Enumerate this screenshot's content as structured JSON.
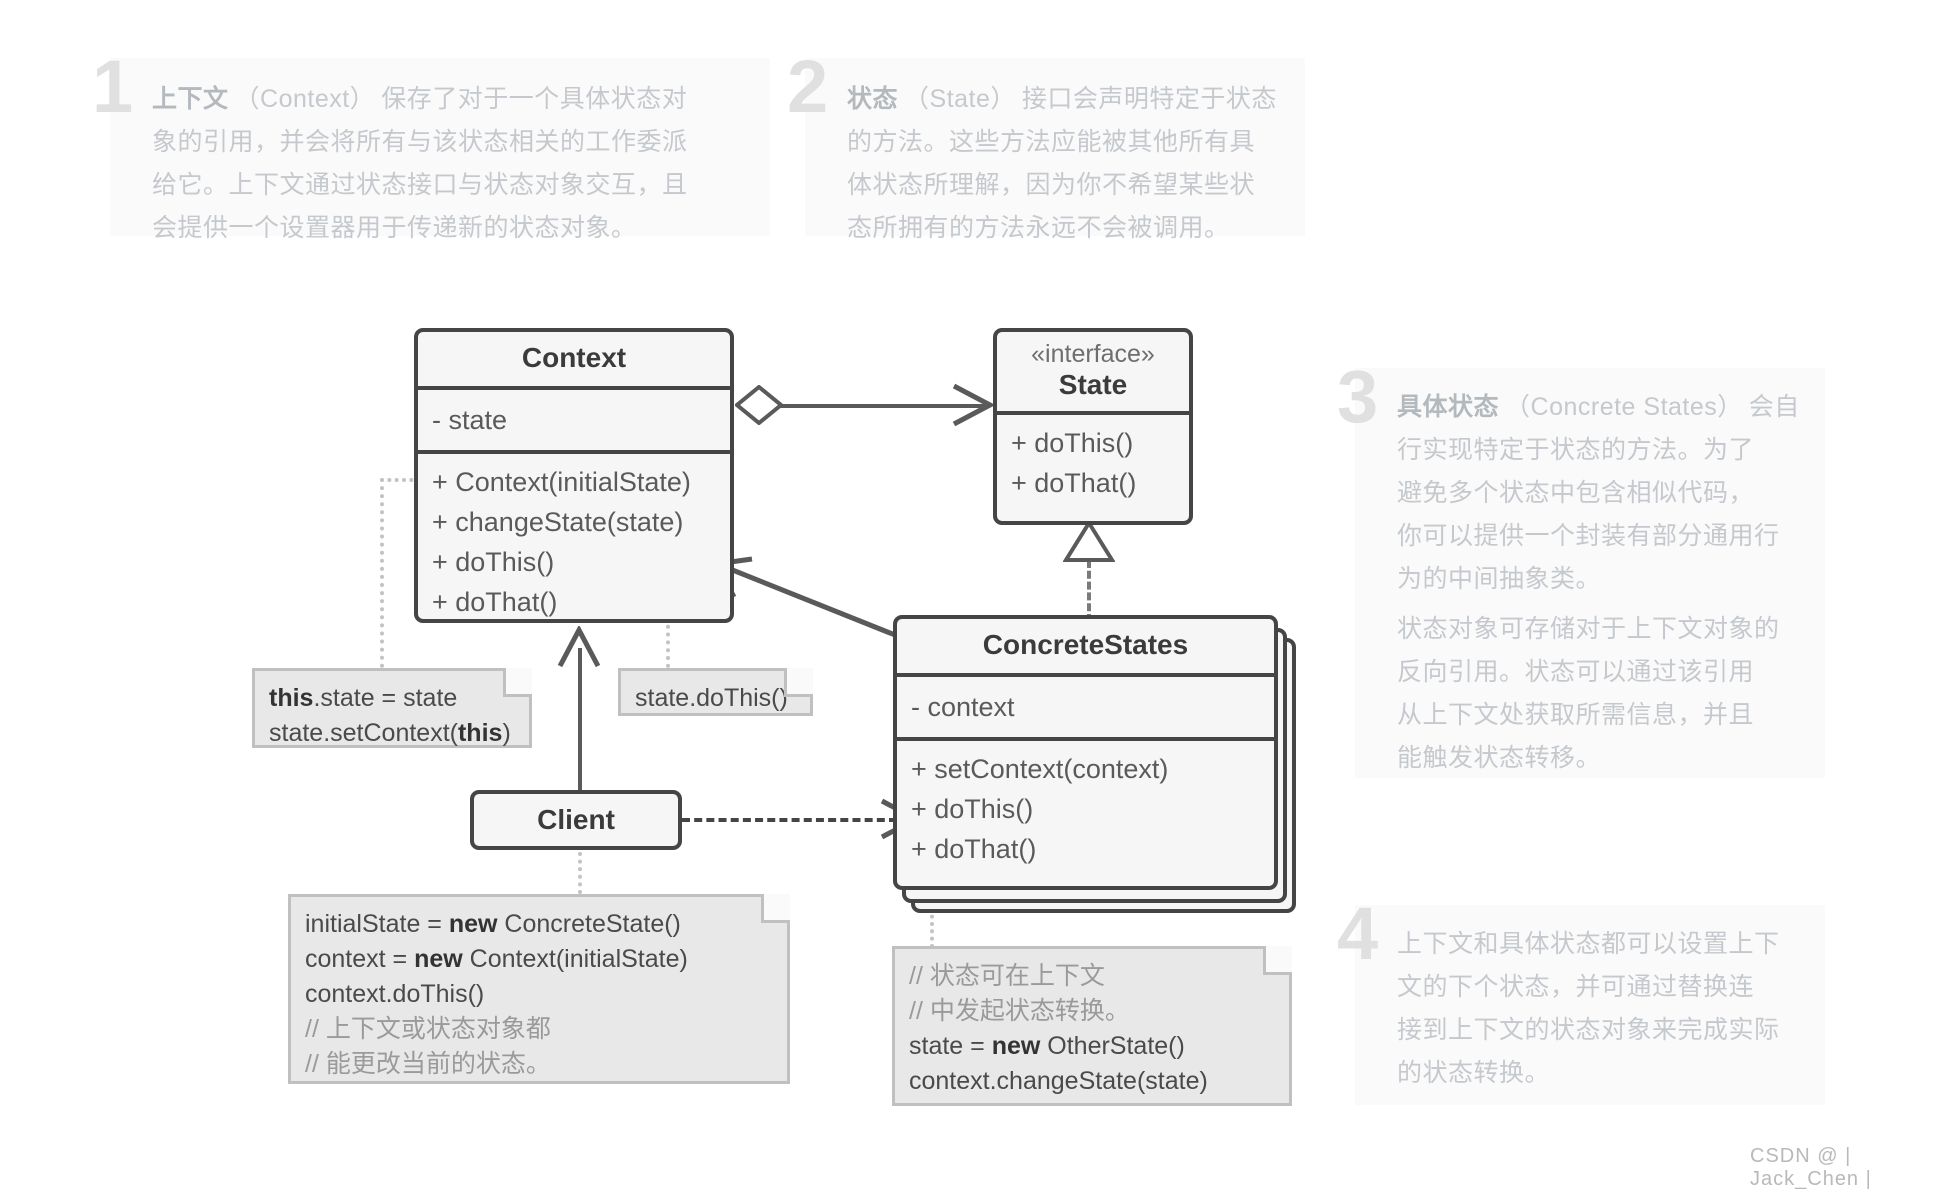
{
  "diagram": {
    "title": "State Pattern UML Class Diagram",
    "classes": [
      {
        "name": "Context",
        "attributes": [
          "- state"
        ],
        "methods": [
          "+ Context(initialState)",
          "+ changeState(state)",
          "+ doThis()",
          "+ doThat()"
        ]
      },
      {
        "stereotype": "«interface»",
        "name": "State",
        "methods": [
          "+ doThis()",
          "+ doThat()"
        ]
      },
      {
        "name": "ConcreteStates",
        "attributes": [
          "- context"
        ],
        "methods": [
          "+ setContext(context)",
          "+ doThis()",
          "+ doThat()"
        ]
      },
      {
        "name": "Client"
      }
    ],
    "notes": {
      "context_ctor": {
        "line1_bold": "this",
        "line1_rest": ".state = state",
        "line2_a": "state.setContext(",
        "line2_bold": "this",
        "line2_b": ")"
      },
      "do_this": {
        "line1": "state.doThis()"
      },
      "client_code": {
        "line1_a": "initialState = ",
        "line1_bold": "new",
        "line1_b": " ConcreteState()",
        "line2_a": "context = ",
        "line2_bold": "new",
        "line2_b": " Context(initialState)",
        "line3": "context.doThis()",
        "line4": "// 上下文或状态对象都",
        "line5": "// 能更改当前的状态。"
      },
      "state_code": {
        "line1": "// 状态可在上下文",
        "line2": "// 中发起状态转换。",
        "line3_a": "state = ",
        "line3_bold": "new",
        "line3_b": " OtherState()",
        "line4": "context.changeState(state)"
      }
    }
  },
  "panels": [
    {
      "number": "1",
      "bold_term": "上下文",
      "paren_term": "（Context）",
      "body": "保存了对于一个具体状态对象的引用，并会将所有与该状态相关的工作委派给它。上下文通过状态接口与状态对象交互，且会提供一个设置器用于传递新的状态对象。",
      "lines": [
        "保存了对于一个具体状态对",
        "象的引用，并会将所有与该状态相关的工作委派",
        "给它。上下文通过状态接口与状态对象交互，且",
        "会提供一个设置器用于传递新的状态对象。"
      ]
    },
    {
      "number": "2",
      "bold_term": "状态",
      "paren_term": "（State）",
      "body": "接口会声明特定于状态的方法。这些方法应能被其他所有具体状态所理解，因为你不希望某些状态所拥有的方法永远不会被调用。",
      "lines": [
        "接口会声明特定于状态",
        "的方法。这些方法应能被其他所有具",
        "体状态所理解，因为你不希望某些状",
        "态所拥有的方法永远不会被调用。"
      ]
    },
    {
      "number": "3",
      "bold_term": "具体状态",
      "paren_term": "（Concrete States）",
      "body": "会自行实现特定于状态的方法。为了避免多个状态中包含相似代码，你可以提供一个封装有部分通用行为的中间抽象类。",
      "lines": [
        "会自",
        "行实现特定于状态的方法。为了",
        "避免多个状态中包含相似代码，",
        "你可以提供一个封装有部分通用行",
        "为的中间抽象类。"
      ],
      "paragraph2_lines": [
        "状态对象可存储对于上下文对象的",
        "反向引用。状态可以通过该引用",
        "从上下文处获取所需信息，并且",
        "能触发状态转移。"
      ]
    },
    {
      "number": "4",
      "bold_term": "",
      "paren_term": "",
      "body": "上下文和具体状态都可以设置上下文的下个状态，并可通过替换连接到上下文的状态对象来完成实际的状态转换。",
      "lines": [
        "上下文和具体状态都可以设置上下",
        "文的下个状态，并可通过替换连",
        "接到上下文的状态对象来完成实际",
        "的状态转换。"
      ]
    }
  ],
  "watermark": "CSDN @ | Jack_Chen |",
  "colors": {
    "box_border": "#454545",
    "box_fill": "#f6f6f6",
    "note_fill": "#e8e8e8",
    "note_border": "#c0c0c0",
    "panel_fill": "#fafafa",
    "panel_text": "#c5c9cd",
    "bignum": "#e0e0e0",
    "connector": "#5a5a5a"
  }
}
